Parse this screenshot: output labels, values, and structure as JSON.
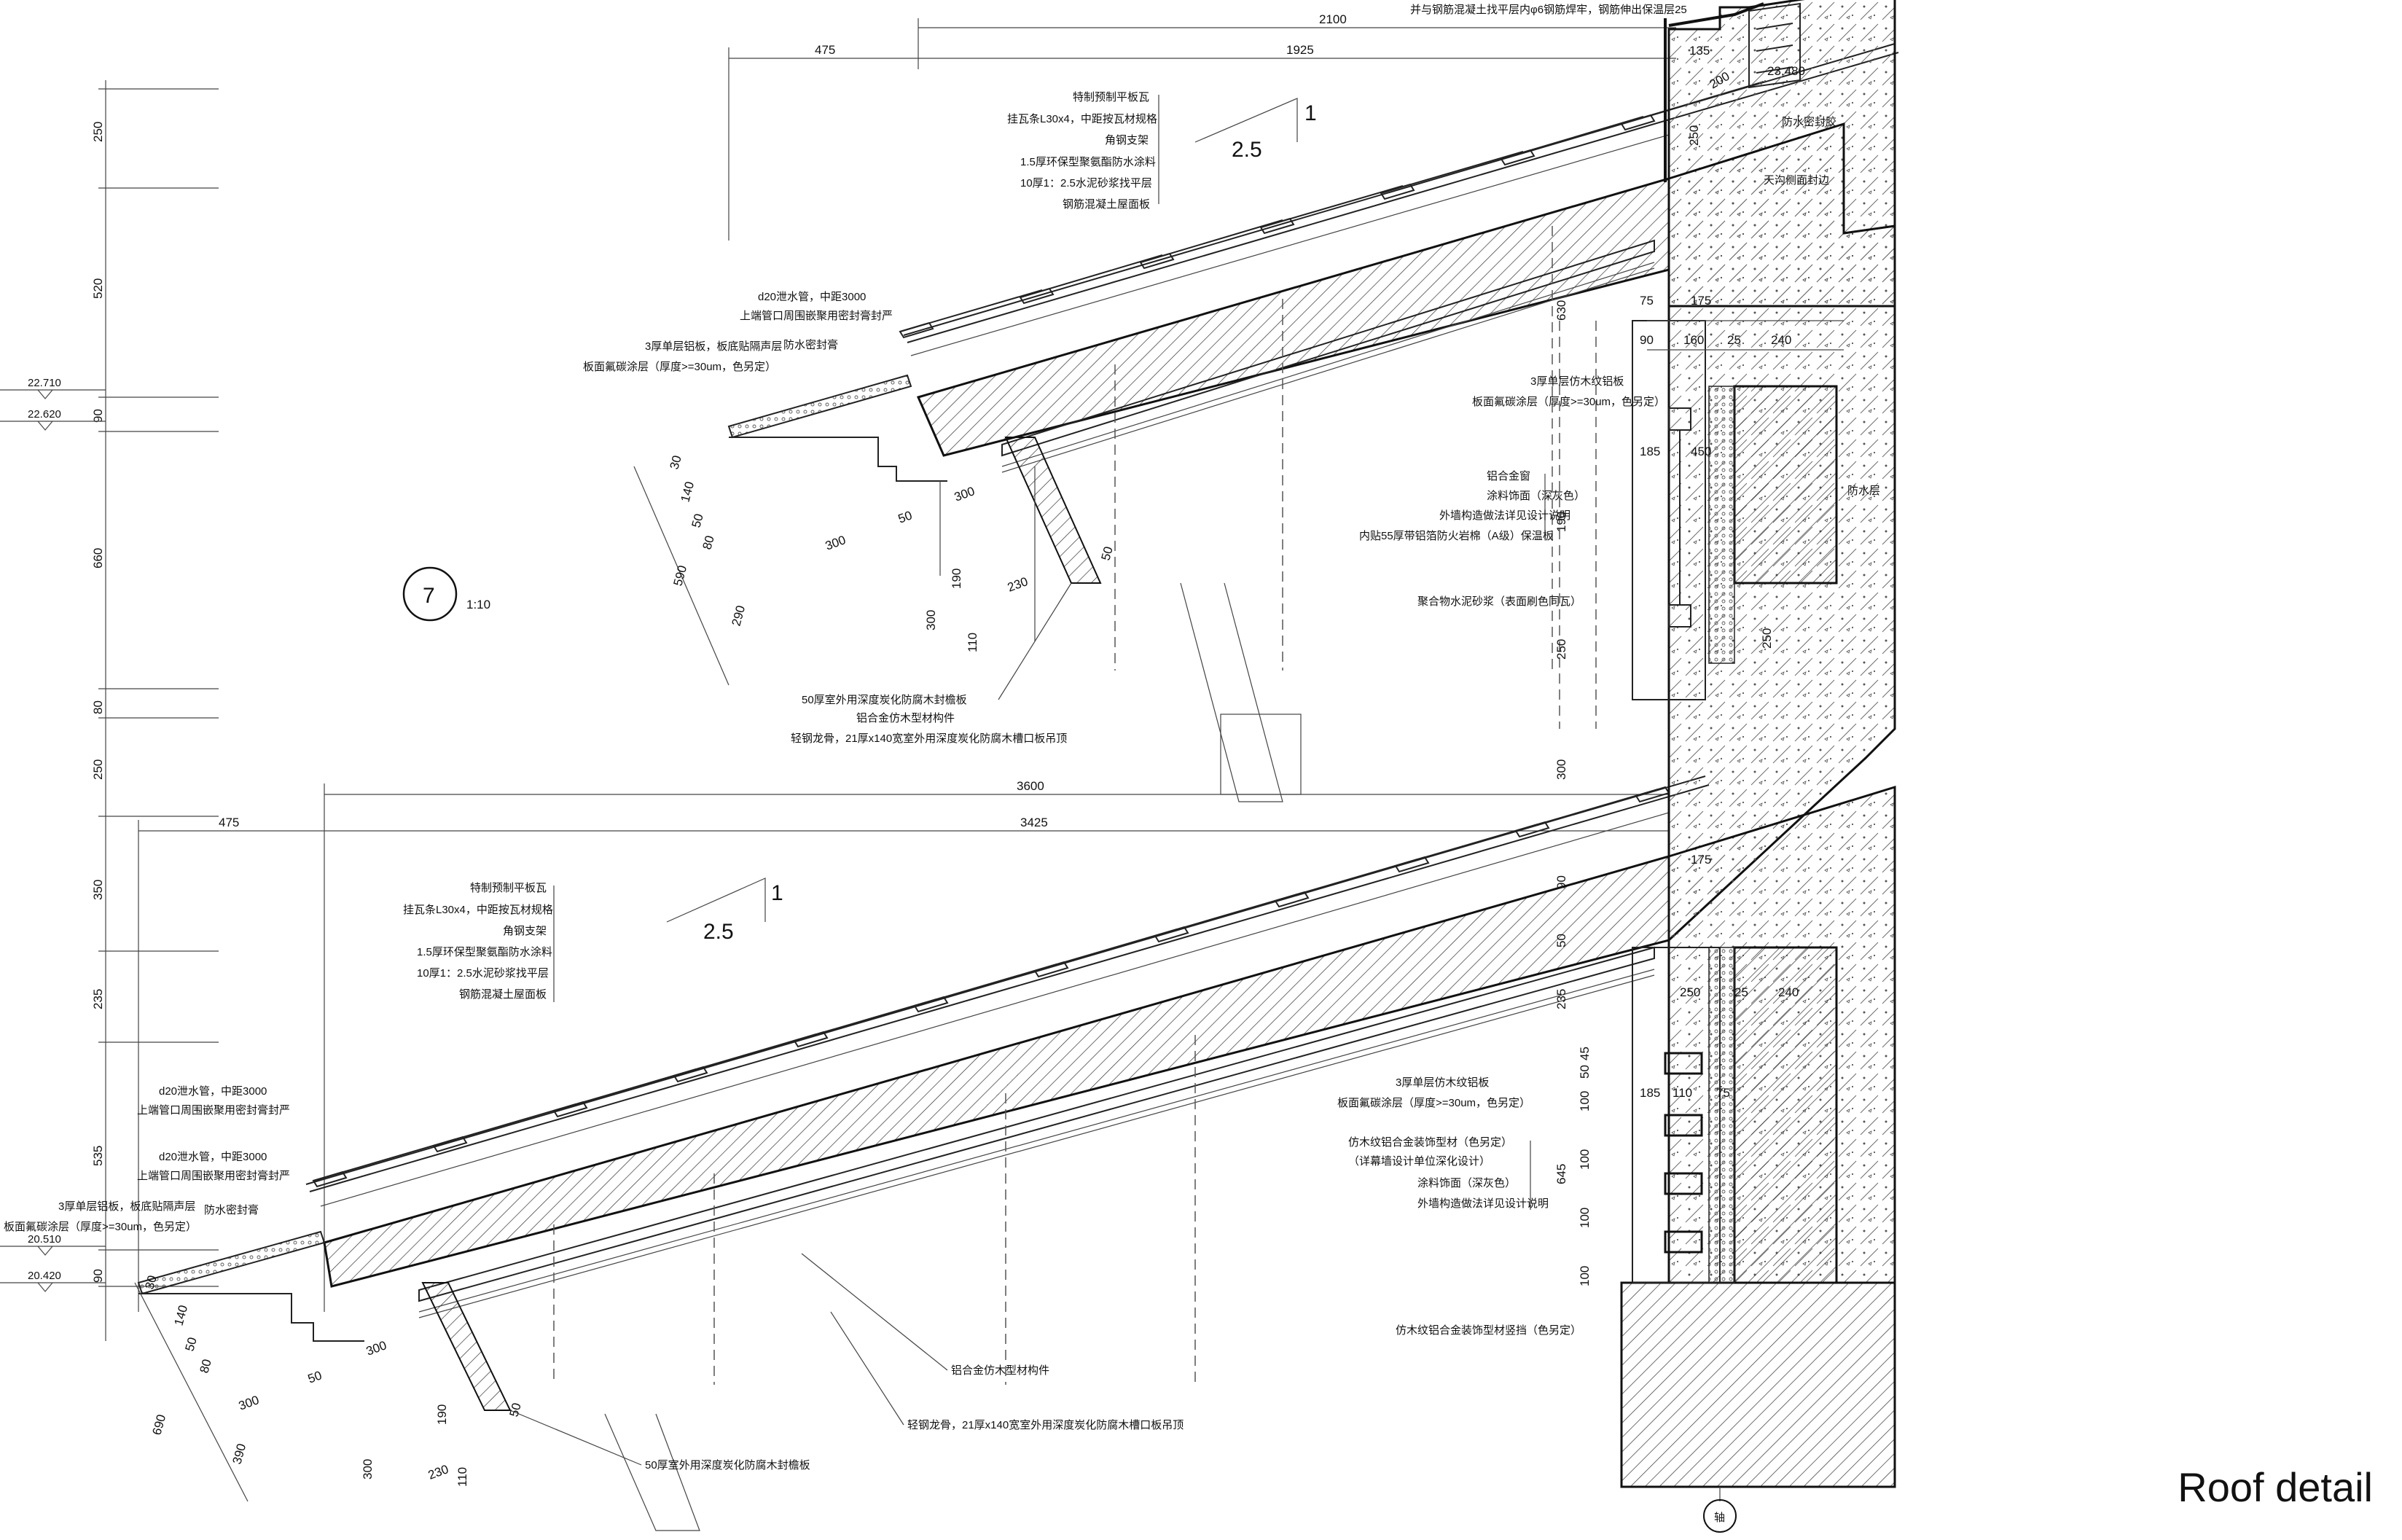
{
  "caption": "Roof detail",
  "detail_marker": {
    "number": "7",
    "scale": "1:10"
  },
  "slope": {
    "rise": "1",
    "run": "2.5"
  },
  "left_dims": [
    "250",
    "520",
    "90",
    "660",
    "80",
    "250",
    "350",
    "235",
    "535",
    "90"
  ],
  "elevations": [
    "22.710",
    "22.620",
    "20.510",
    "20.420",
    "23.480"
  ],
  "top_dims": {
    "upper": {
      "total": "2100",
      "left": "475",
      "right": "1925"
    },
    "lower": {
      "total": "3600",
      "left": "475",
      "right": "3425"
    }
  },
  "upper_notes": [
    "特制预制平板瓦",
    "挂瓦条L30x4，中距按瓦材规格",
    "角钢支架",
    "1.5厚环保型聚氨酯防水涂料",
    "10厚1：2.5水泥砂浆找平层",
    "钢筋混凝土屋面板"
  ],
  "lower_notes": [
    "特制预制平板瓦",
    "挂瓦条L30x4，中距按瓦材规格",
    "角钢支架",
    "1.5厚环保型聚氨酯防水涂料",
    "10厚1：2.5水泥砂浆找平层",
    "钢筋混凝土屋面板"
  ],
  "eave_notes": {
    "d20": "d20泄水管，中距3000",
    "d20b": "上端管口周围嵌聚用密封膏封严",
    "alum": "3厚单层铝板，板底贴隔声层",
    "coat": "板面氟碳涂层（厚度>=30um，色另定）",
    "seal": "防水密封膏"
  },
  "right_notes": {
    "top": "并与钢筋混凝土找平层内φ6钢筋焊牢，钢筋伸出保温层25",
    "waterproof": "防水密封胶",
    "gutter": "天沟侧面封边",
    "wood": "3厚单层仿木纹铝板",
    "coat2": "板面氟碳涂层（厚度>=30um，色另定）",
    "window": "铝合金窗",
    "paint": "涂料饰面（深灰色）",
    "wall": "外墙构造做法详见设计说明",
    "insul": "内贴55厚带铝箔防火岩棉（A级）保温板",
    "mortar": "聚合物水泥砂浆（表面刷色同瓦）",
    "waterproof2": "防水层",
    "louver": "仿木纹铝合金装饰型材（色另定）",
    "louver2": "（详幕墙设计单位深化设计）",
    "paint2": "涂料饰面（深灰色）",
    "wall2": "外墙构造做法详见设计说明",
    "louver3": "仿木纹铝合金装饰型材竖挡（色另定）"
  },
  "soffit_notes": {
    "ceil1": "50厚室外用深度炭化防腐木封檐板",
    "frame1": "铝合金仿木型材构件",
    "keel1": "轻钢龙骨，21厚x140宽室外用深度炭化防腐木槽口板吊顶",
    "frame2": "铝合金仿木型材构件",
    "keel2": "轻钢龙骨，21厚x140宽室外用深度炭化防腐木槽口板吊顶",
    "ceil2": "50厚室外用深度炭化防腐木封檐板"
  },
  "misc_dims": [
    "135",
    "200",
    "250",
    "75",
    "175",
    "90",
    "160",
    "25",
    "240",
    "630",
    "185",
    "450",
    "190",
    "250",
    "300",
    "90",
    "175",
    "250",
    "25",
    "240",
    "50",
    "235",
    "45",
    "50",
    "100",
    "110",
    "75",
    "645",
    "30",
    "140",
    "50",
    "80",
    "590",
    "290",
    "300",
    "300",
    "50",
    "190",
    "300",
    "110",
    "230",
    "50",
    "690",
    "390"
  ],
  "axis_label": "轴"
}
